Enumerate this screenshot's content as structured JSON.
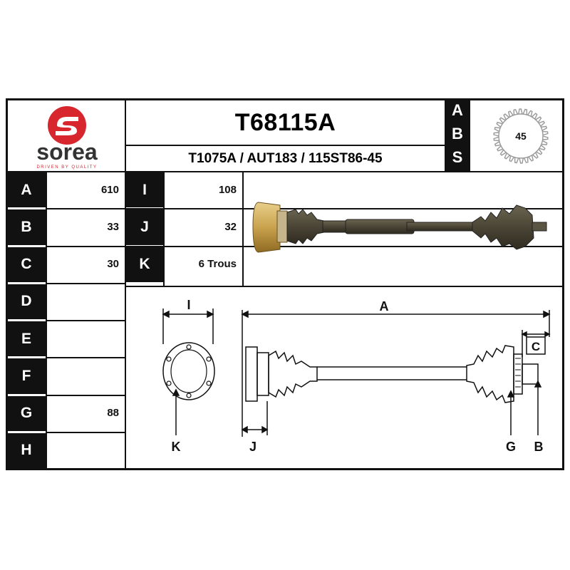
{
  "brand": {
    "name": "sorea",
    "tagline": "DRIVEN BY QUALITY",
    "color": "#d7262e"
  },
  "product": {
    "reference": "T68115A",
    "cross_refs": "T1075A / AUT183 / 115ST86-45"
  },
  "abs": {
    "letters": [
      "A",
      "B",
      "S"
    ],
    "teeth": "45"
  },
  "specs": [
    {
      "label": "A",
      "value": "610"
    },
    {
      "label": "B",
      "value": "33"
    },
    {
      "label": "C",
      "value": "30"
    },
    {
      "label": "D",
      "value": ""
    },
    {
      "label": "E",
      "value": ""
    },
    {
      "label": "F",
      "value": ""
    },
    {
      "label": "G",
      "value": "88"
    },
    {
      "label": "H",
      "value": ""
    }
  ],
  "specs_right": [
    {
      "label": "I",
      "value": "108"
    },
    {
      "label": "J",
      "value": "32"
    },
    {
      "label": "K",
      "value": "6 Trous"
    }
  ],
  "diagram": {
    "labels": {
      "I": "I",
      "A": "A",
      "C": "C",
      "K": "K",
      "J": "J",
      "G": "G",
      "B": "B"
    }
  }
}
